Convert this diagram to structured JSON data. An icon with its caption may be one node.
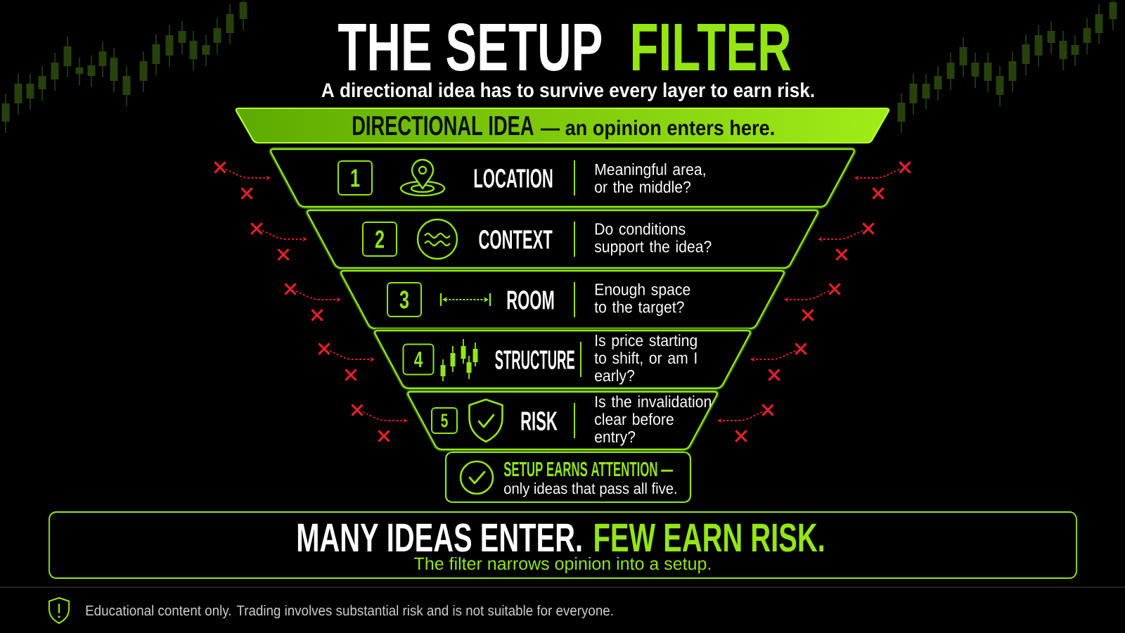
{
  "diagram": {
    "title": "THE SETUP FILTER",
    "nodes": [
      {
        "text": [
          "DIRECTIONAL IDEA",
          "— an opinion enters here."
        ]
      },
      {
        "text": [
          "LOCATION",
          "Meaningful area, or the middle?"
        ]
      },
      {
        "text": [
          "1"
        ],
        "in": 1
      },
      {
        "text": [
          "CONTEXT",
          "Do conditions support the idea?"
        ]
      },
      {
        "text": [
          "2"
        ],
        "in": 3
      },
      {
        "text": [
          "ROOM",
          "Enough space to the target?"
        ]
      },
      {
        "text": [
          "3"
        ],
        "in": 5
      },
      {
        "text": [
          "STRUCTURE",
          "Is price starting to shift, or am I early?"
        ]
      },
      {
        "text": [
          "4"
        ],
        "in": 7
      },
      {
        "text": [
          "RISK",
          "Is the invalidation clear before entry?"
        ]
      },
      {
        "text": [
          "5"
        ],
        "in": 9
      },
      {
        "text": [
          "SETUP EARNS ATTENTION —",
          "only ideas that pass all five."
        ]
      },
      {
        "text": [
          "MANY IDEAS ENTER.",
          "FEW EARN RISK.",
          "The filter narrows opinion into a setup."
        ]
      },
      {
        "text": [],
        "shape": "cross"
      },
      {
        "text": [],
        "shape": "cross"
      },
      {
        "text": [],
        "shape": "cross"
      },
      {
        "text": [],
        "shape": "cross"
      },
      {
        "text": [],
        "shape": "cross"
      },
      {
        "text": [],
        "shape": "cross"
      },
      {
        "text": [],
        "shape": "cross"
      },
      {
        "text": [],
        "shape": "cross"
      },
      {
        "text": [],
        "shape": "cross"
      },
      {
        "text": [],
        "shape": "cross"
      },
      {
        "text": [],
        "shape": "cross"
      },
      {
        "text": [],
        "shape": "cross"
      },
      {
        "text": [],
        "shape": "cross"
      },
      {
        "text": [],
        "shape": "cross"
      },
      {
        "text": [],
        "shape": "cross"
      },
      {
        "text": [],
        "shape": "cross"
      },
      {
        "text": [],
        "shape": "cross"
      },
      {
        "text": [],
        "shape": "cross"
      },
      {
        "text": [],
        "shape": "cross"
      },
      {
        "text": [],
        "shape": "cross"
      }
    ],
    "edges": [
      {
        "from": 13,
        "to": 1,
        "arrow": "to",
        "style": "dashed",
        "color": "#e3202b"
      },
      {
        "from": 15,
        "to": 1,
        "arrow": "to",
        "style": "dashed",
        "color": "#e3202b"
      },
      {
        "from": 17,
        "to": 3,
        "arrow": "to",
        "style": "dashed",
        "color": "#e3202b"
      },
      {
        "from": 19,
        "to": 3,
        "arrow": "to",
        "style": "dashed",
        "color": "#e3202b"
      },
      {
        "from": 21,
        "to": 5,
        "arrow": "to",
        "style": "dashed",
        "color": "#e3202b"
      },
      {
        "from": 23,
        "to": 5,
        "arrow": "to",
        "style": "dashed",
        "color": "#e3202b"
      },
      {
        "from": 25,
        "to": 7,
        "arrow": "to",
        "style": "dashed",
        "color": "#e3202b"
      },
      {
        "from": 27,
        "to": 7,
        "arrow": "to",
        "style": "dashed",
        "color": "#e3202b"
      },
      {
        "from": 29,
        "to": 9,
        "arrow": "to",
        "style": "dashed",
        "color": "#e3202b"
      },
      {
        "from": 31,
        "to": 9,
        "arrow": "to",
        "style": "dashed",
        "color": "#e3202b"
      }
    ],
    "labels": [
      "A directional idea has to survive every layer to earn risk.",
      "Educational content only. Trading involves substantial risk and is not suitable for everyone."
    ]
  }
}
